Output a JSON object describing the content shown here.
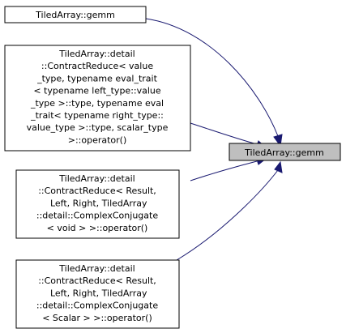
{
  "graph": {
    "target": {
      "id": "target",
      "lines": [
        "TiledArray::gemm"
      ]
    },
    "callers": [
      {
        "id": "caller-gemm",
        "lines": [
          "TiledArray::gemm"
        ]
      },
      {
        "id": "caller-contract-reduce-value-type",
        "lines": [
          "TiledArray::detail",
          "::ContractReduce< value",
          "_type, typename eval_trait",
          "< typename left_type::value",
          "_type >::type, typename eval",
          "_trait< typename right_type::",
          "value_type >::type, scalar_type",
          ">::operator()"
        ]
      },
      {
        "id": "caller-contract-reduce-void",
        "lines": [
          "TiledArray::detail",
          "::ContractReduce< Result,",
          " Left, Right, TiledArray",
          "::detail::ComplexConjugate",
          "< void > >::operator()"
        ]
      },
      {
        "id": "caller-contract-reduce-scalar",
        "lines": [
          "TiledArray::detail",
          "::ContractReduce< Result,",
          " Left, Right, TiledArray",
          "::detail::ComplexConjugate",
          "< Scalar > >::operator()"
        ]
      }
    ],
    "colors": {
      "edge": "#191970",
      "target_fill": "#bfbfbf",
      "node_fill": "#ffffff",
      "border": "#000000"
    }
  }
}
